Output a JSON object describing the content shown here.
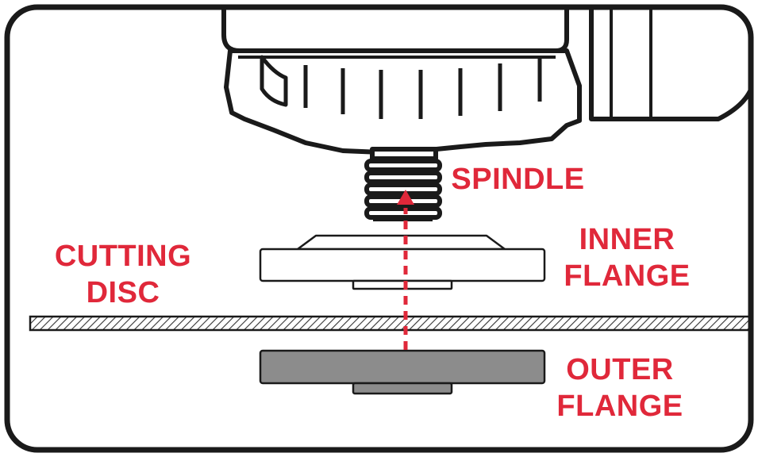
{
  "labels": {
    "spindle": "SPINDLE",
    "inner_flange": [
      "INNER",
      "FLANGE"
    ],
    "cutting_disc": [
      "CUTTING",
      "DISC"
    ],
    "outer_flange": [
      "OUTER",
      "FLANGE"
    ]
  },
  "colors": {
    "label": "#e0283a",
    "arrow": "#e0283a",
    "outline": "#1a1a1a",
    "outer_flange_fill": "#8c8c8c",
    "background": "#ffffff"
  }
}
